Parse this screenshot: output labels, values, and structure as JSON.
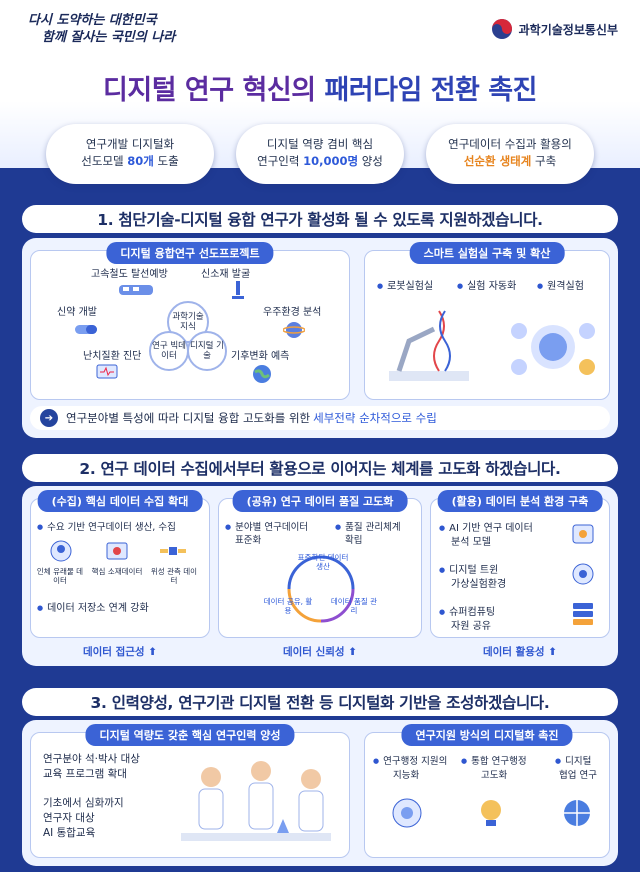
{
  "header": {
    "slogan_line1": "다시 도약하는 대한민국",
    "slogan_line2": "함께 잘사는 국민의 나라",
    "ministry": "과학기술정보통신부",
    "title_part1": "디지털 연구 혁신의 ",
    "title_part2": "패러다임 전환 촉진"
  },
  "pills": [
    {
      "line1": "연구개발 디지털화",
      "line2_pre": "선도모델 ",
      "hl": "80개",
      "line2_post": " 도출"
    },
    {
      "line1": "디지털 역량 겸비 핵심",
      "line2_pre": "연구인력 ",
      "hl": "10,000명",
      "line2_post": " 양성"
    },
    {
      "line1": "연구데이터 수집과 활용의",
      "line2_pre": "",
      "hl": "선순환 생태계",
      "line2_post": " 구축"
    }
  ],
  "section1": {
    "title": "1. 첨단기술-디지털 융합 연구가 활성화 될 수 있도록 지원하겠습니다.",
    "left_head": "디지털 융합연구 선도프로젝트",
    "items": [
      "고속철도 탈선예방",
      "신소재 발굴",
      "신약 개발",
      "우주환경 분석",
      "난치질환 진단",
      "기후변화 예측"
    ],
    "center": [
      "과학기술 지식",
      "연구 빅데이터",
      "디지털 기술"
    ],
    "right_head": "스마트 실험실 구축 및 확산",
    "labs": [
      "로봇실험실",
      "실험 자동화",
      "원격실험"
    ],
    "footer_pre": "연구분야별 특성에 따라 디지털 융합 고도화를 위한",
    "footer_hl": "세부전략 순차적으로 수립"
  },
  "section2": {
    "title": "2. 연구 데이터 수집에서부터 활용으로 이어지는 체계를 고도화 하겠습니다.",
    "col1": {
      "head": "(수집) 핵심 데이터 수집 확대",
      "b1": "수요 기반 연구데이터 생산, 수집",
      "icons": [
        "인체 유래물 데이터",
        "핵심 소재데이터",
        "위성 관측 데이터"
      ],
      "b2": "데이터 저장소 연계 강화",
      "tab": "데이터 접근성 ⬆"
    },
    "col2": {
      "head": "(공유) 연구 데이터 품질 고도화",
      "b1a": "분야별 연구데이터",
      "b1b": "표준화",
      "b2a": "품질 관리체계",
      "b2b": "확립",
      "cycle": [
        "표준화된 데이터 생산",
        "데이터 공유, 활용",
        "데이터 품질 관리"
      ],
      "tab": "데이터 신뢰성 ⬆"
    },
    "col3": {
      "head": "(활용) 데이터 분석 환경 구축",
      "b1a": "AI 기반 연구 데이터",
      "b1b": "분석 모델",
      "b2a": "디지털 트윈",
      "b2b": "가상실험환경",
      "b3a": "슈퍼컴퓨팅",
      "b3b": "자원 공유",
      "tab": "데이터 활용성 ⬆"
    }
  },
  "section3": {
    "title": "3. 인력양성, 연구기관 디지털 전환 등 디지털화 기반을 조성하겠습니다.",
    "left_head": "디지털 역량도 갖춘 핵심 연구인력 양성",
    "l1": "연구분야 석·박사 대상",
    "l2": "교육 프로그램 확대",
    "l3": "기초에서 심화까지",
    "l4": "연구자 대상",
    "l5": "AI 통합교육",
    "right_head": "연구지원 방식의 디지털화 촉진",
    "r": [
      {
        "a": "연구행정 지원의",
        "b": "지능화"
      },
      {
        "a": "통합 연구행정",
        "b": "고도화"
      },
      {
        "a": "디지털",
        "b": "협업 연구"
      }
    ]
  },
  "colors": {
    "title_purple": "#5b2ca0",
    "title_blue": "#2e43b4",
    "accent_blue": "#2d59d9",
    "accent_orange": "#e7841e",
    "bg_navy": "#1f3a93"
  }
}
